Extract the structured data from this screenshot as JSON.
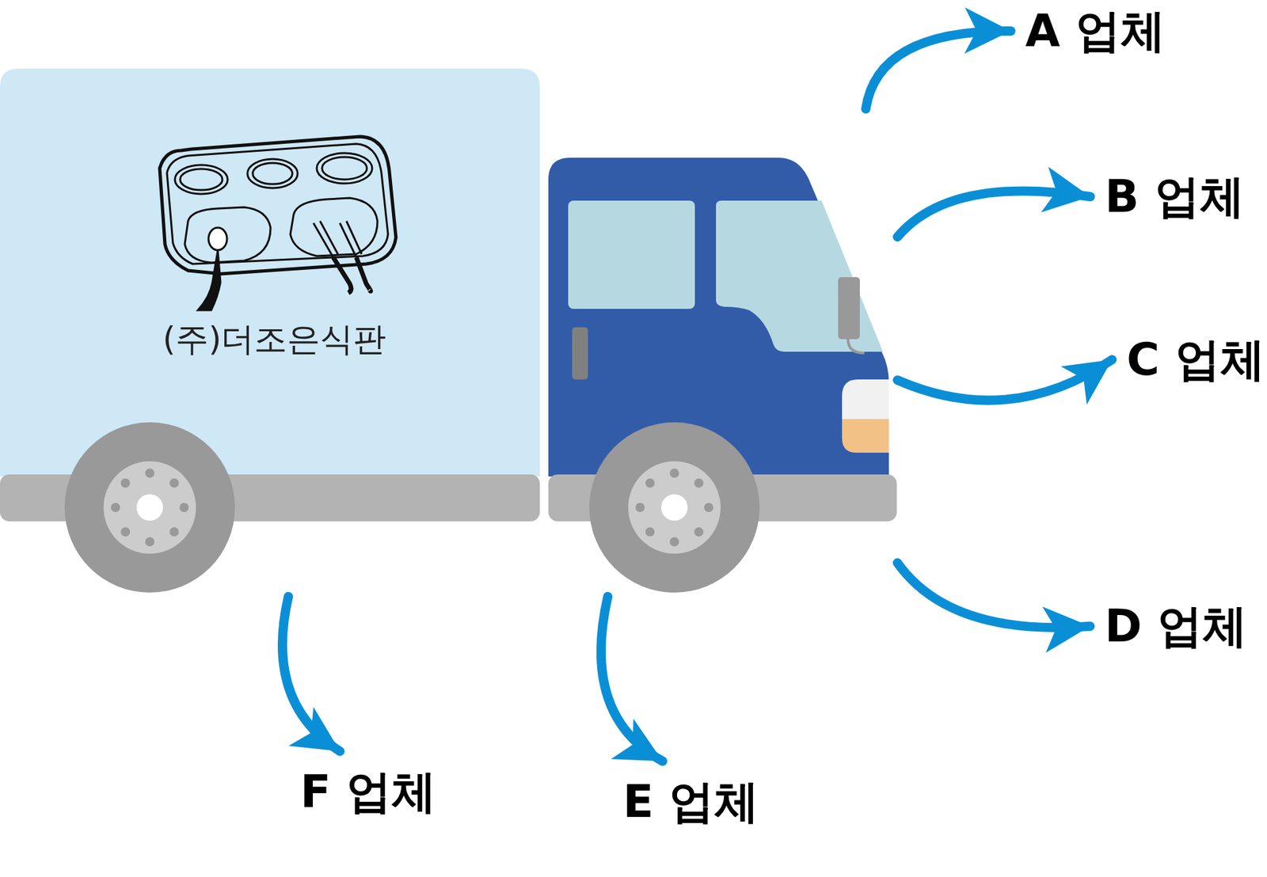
{
  "diagram": {
    "nodes": [
      {
        "text": [
          "(주)더조은식판"
        ]
      },
      {
        "text": [
          "A 업체"
        ]
      },
      {
        "text": [
          "B 업체"
        ]
      },
      {
        "text": [
          "C 업체"
        ]
      },
      {
        "text": [
          "D 업체"
        ]
      },
      {
        "text": [
          "F 업체"
        ]
      },
      {
        "text": [
          "E 업체"
        ]
      }
    ],
    "edges": [
      {
        "from": 0,
        "to": 1,
        "arrow": "to"
      },
      {
        "from": 0,
        "to": 2,
        "arrow": "to"
      },
      {
        "from": 0,
        "to": 3,
        "arrow": "to"
      },
      {
        "from": 0,
        "to": 4,
        "arrow": "to"
      },
      {
        "from": 0,
        "to": 5,
        "arrow": "to"
      },
      {
        "from": 0,
        "to": 6,
        "arrow": "to"
      }
    ]
  }
}
